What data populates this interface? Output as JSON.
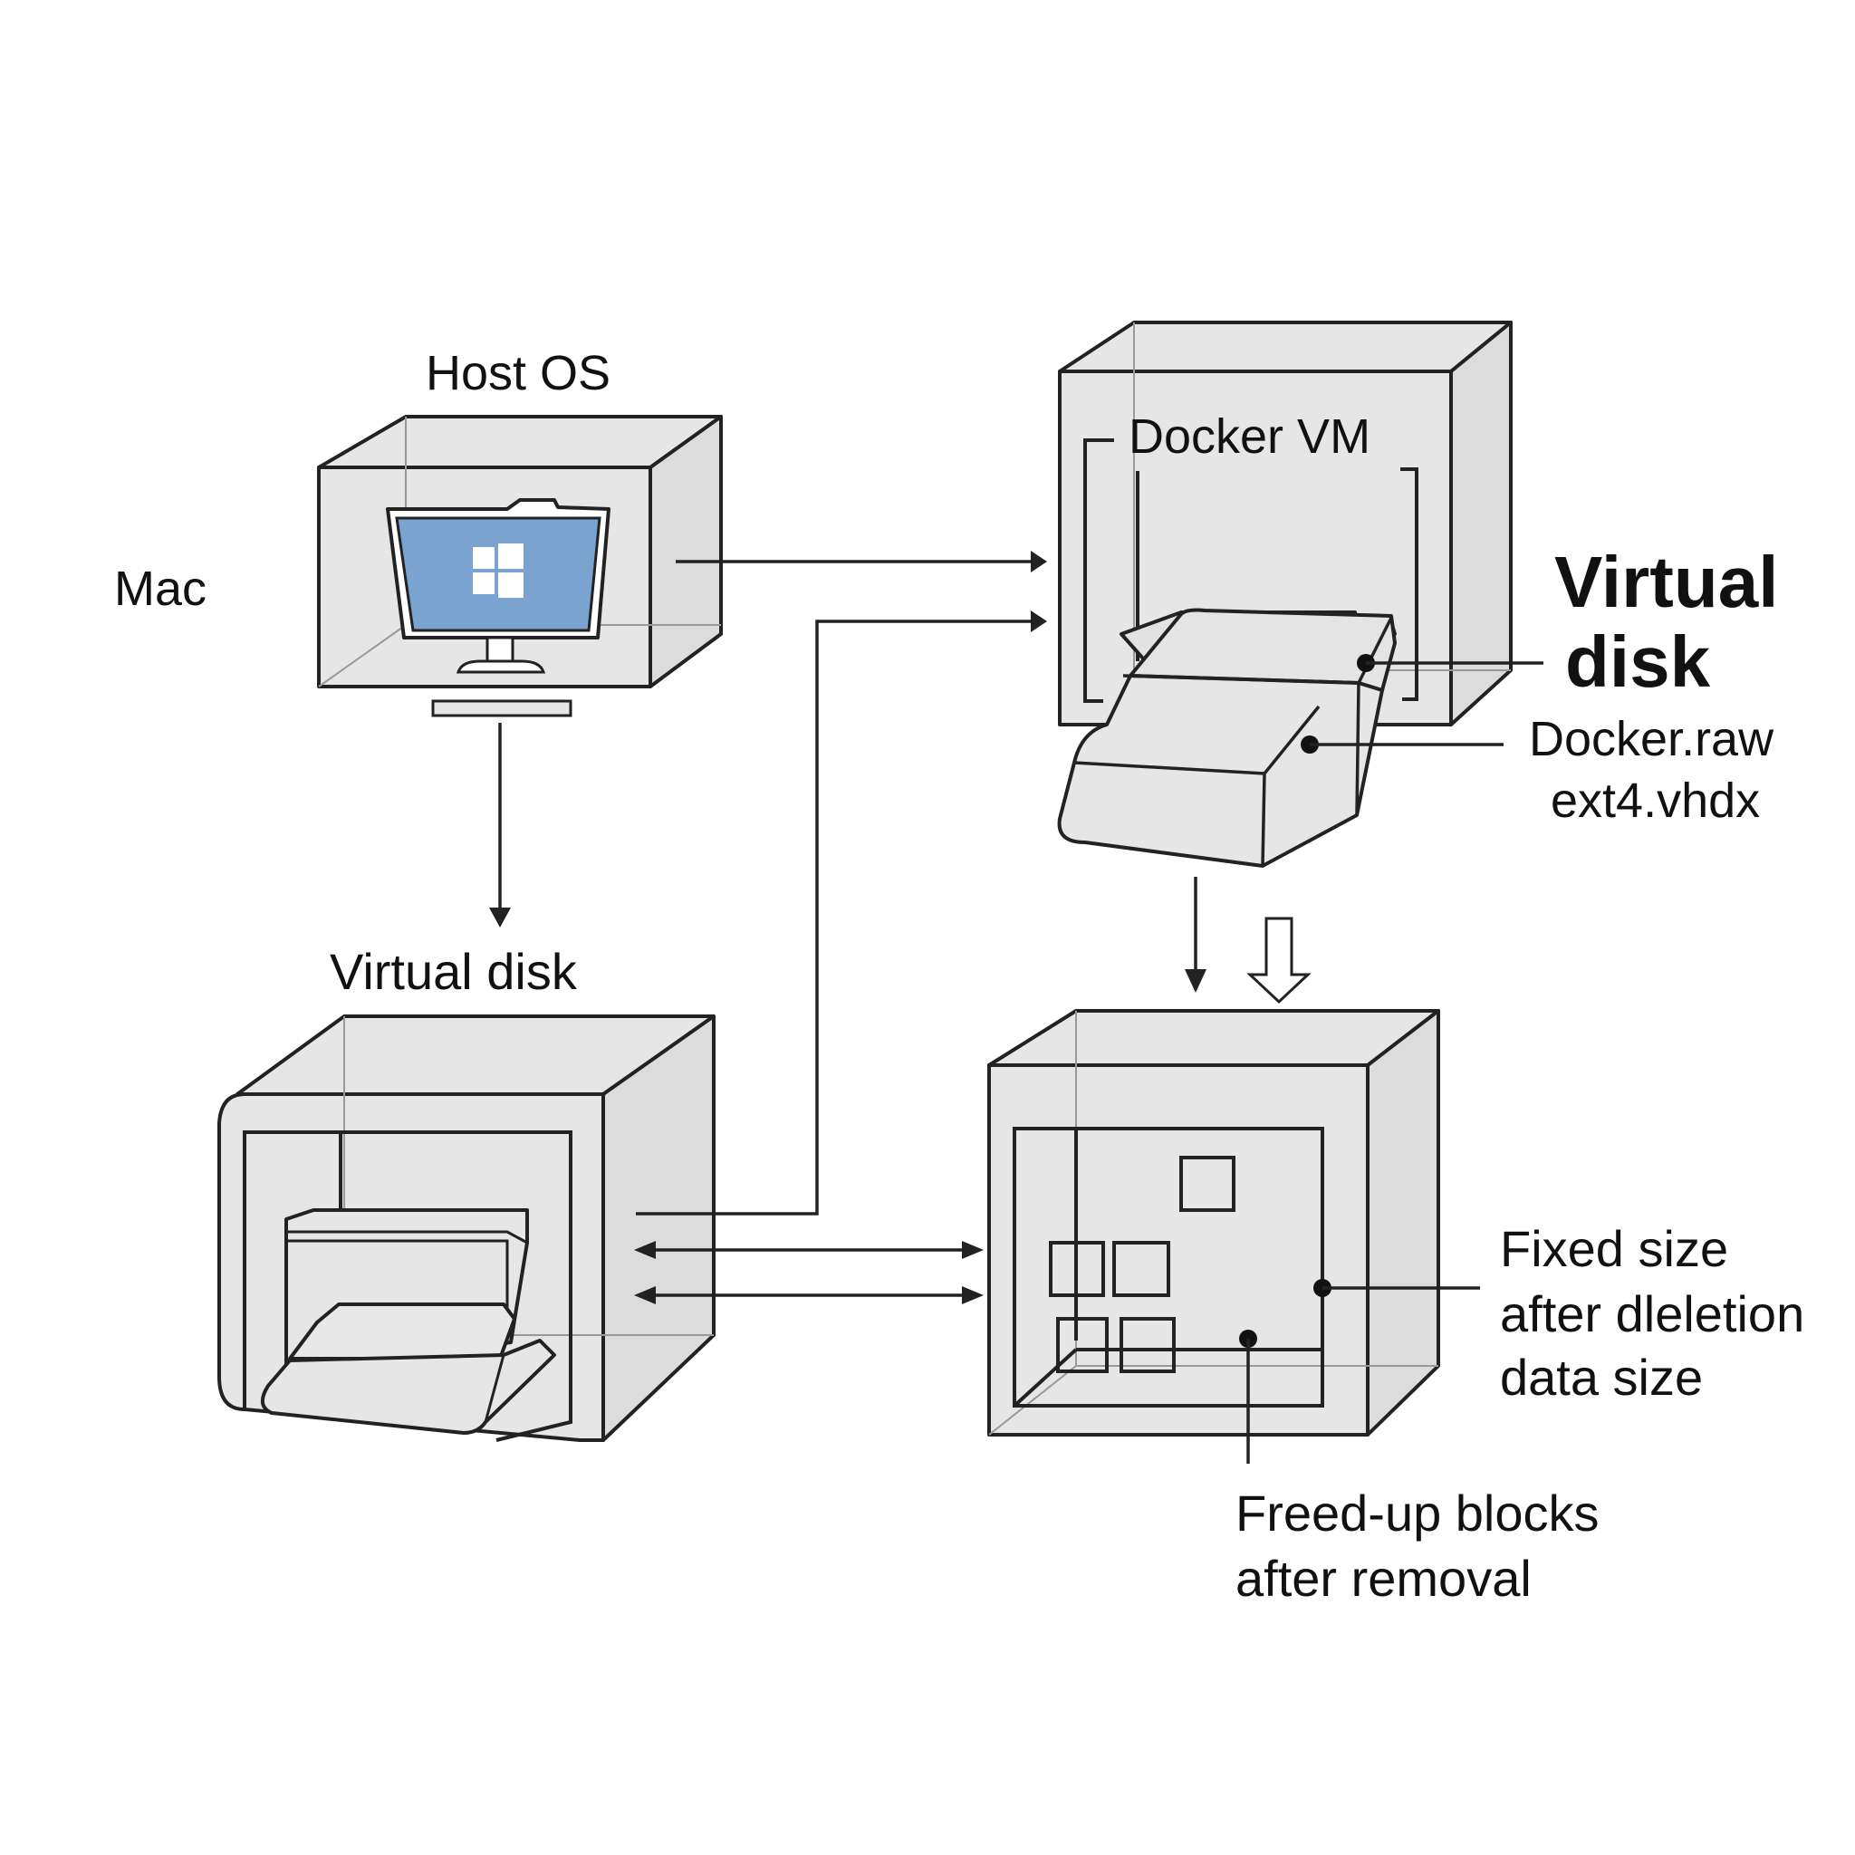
{
  "labels": {
    "host_os": "Host OS",
    "mac": "Mac",
    "virtual_disk_left": "Virtual disk",
    "docker_vm": "Docker VM",
    "virtual_line1": "Virtual",
    "virtual_line2": "disk",
    "docker_raw": "Docker.raw",
    "ext4_vhdx": "ext4.vhdx",
    "fixed_size": "Fixed size",
    "after_deletion": "after dleletion",
    "data_size": "data size",
    "freed_blocks": "Freed-up blocks",
    "after_removal": "after removal"
  },
  "icons": {
    "host": "monitor-windows-icon",
    "windows_logo": "windows-logo-icon",
    "disk_drive": "disk-drive-icon",
    "block_map": "block-grid-icon"
  },
  "colors": {
    "screen": "#7aa3cf",
    "box_fill": "#e6e6e6",
    "stroke": "#222222"
  }
}
